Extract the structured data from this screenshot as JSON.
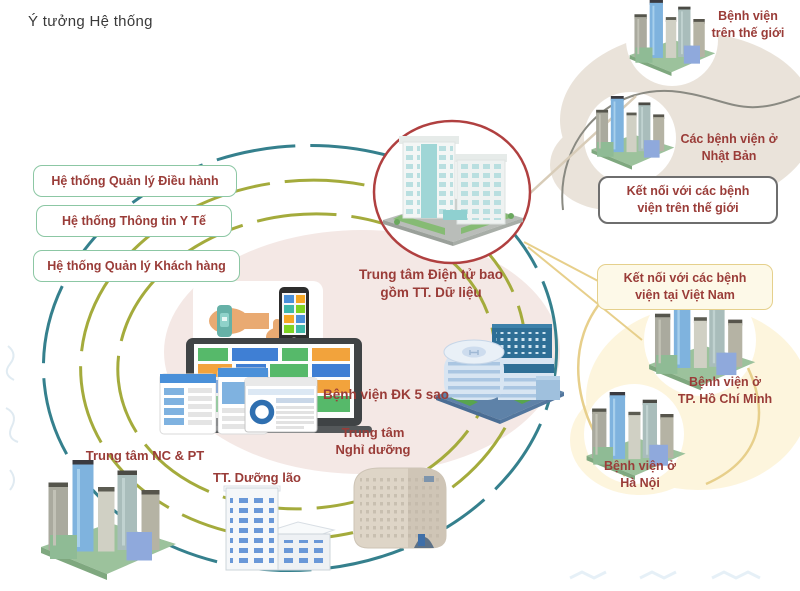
{
  "title": "Ý tưởng Hệ thống",
  "system_boxes": [
    {
      "label": "Hệ thống Quản lý Điều hành"
    },
    {
      "label": "Hệ thống Thông tin Y Tế"
    },
    {
      "label": "Hệ thống Quản lý Khách hàng"
    }
  ],
  "hub": {
    "label": "Trung tâm Điện tử bao\ngồm TT. Dữ liệu"
  },
  "facilities": {
    "hospital_5star": "Bệnh viện ĐK 5 sao",
    "resort": "Trung tâm\nNghỉ dưỡng",
    "nursing_home": "TT. Dưỡng lão",
    "rnd_center": "Trung tâm NC & PT"
  },
  "global_links": {
    "world_hospitals": "Bệnh viện\ntrên thế giới",
    "japan_hospitals": "Các bệnh viện ở\nNhật Bản",
    "connect_world_box": "Kết nối với các bệnh\nviện trên thế giới"
  },
  "vietnam_links": {
    "connect_vietnam_box": "Kết nối với các bệnh\nviện tại Việt Nam",
    "hcmc_hospital": "Bệnh viện ở\nTP. Hồ Chí Minh",
    "hanoi_hospital": "Bệnh viện ở\nHà Nội"
  },
  "icons": {
    "smartwatch": "smartwatch-icon",
    "smartphone": "smartphone-icon",
    "laptop": "laptop-dashboard-icon",
    "city_cluster": "city-buildings-icon",
    "hub_building": "office-building-icon",
    "hospital_building": "hospital-building-icon",
    "resort_building": "resort-building-icon",
    "nursing_building": "nursing-home-building-icon"
  },
  "colors": {
    "text_maroon": "#9a3c38",
    "arc_teal": "#35808d",
    "arc_olive": "#a4ab3c",
    "arc_yellow": "#e7cf8b",
    "circle_red": "#b04040",
    "system_box_border": "#8cc7a4",
    "world_box_border": "#6e6e6e",
    "vietnam_box_border": "#e5d08c",
    "vietnam_box_bg": "#fdf9e8",
    "blob_pink": "#f4e8e5",
    "blob_beige": "#eae3da",
    "blob_cream": "#fdf5dd"
  }
}
